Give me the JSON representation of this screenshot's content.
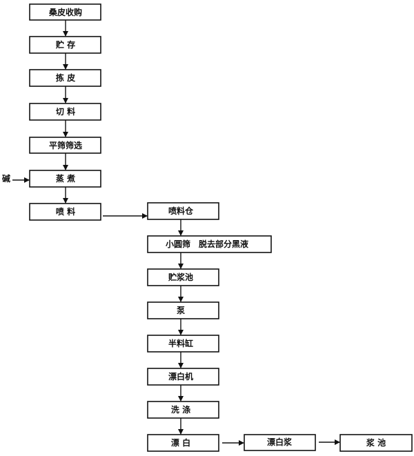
{
  "left_column": [
    "桑皮收购",
    "贮 存",
    "拣 皮",
    "切 料",
    "平筛筛选",
    "蒸 煮",
    "喷 料"
  ],
  "input_label": "碱",
  "right_column": [
    "喷料仓",
    "小圆筛　脱去部分黑液",
    "贮浆池",
    "泵",
    "半料缸",
    "漂白机",
    "洗 涤",
    "漂 白"
  ],
  "bottom_row": [
    "漂白浆",
    "浆 池"
  ]
}
